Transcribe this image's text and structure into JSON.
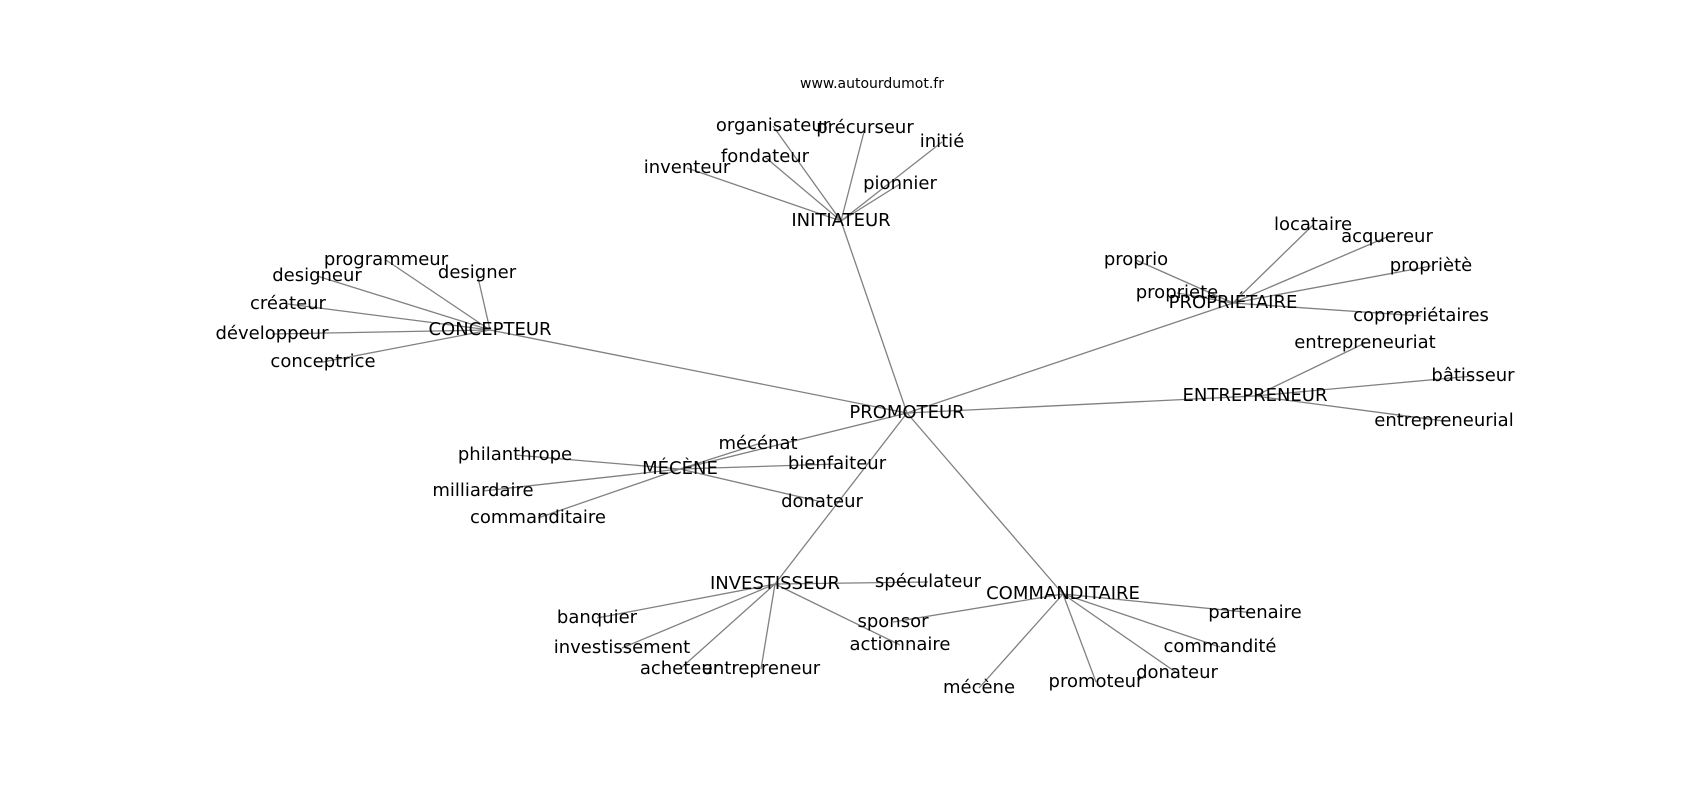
{
  "source": "www.autourdumot.fr",
  "center": "PROMOTEUR",
  "clusters": [
    {
      "hub": "INITIATEUR",
      "leaves": [
        "organisateur",
        "précurseur",
        "initié",
        "fondateur",
        "inventeur",
        "pionnier"
      ]
    },
    {
      "hub": "CONCEPTEUR",
      "leaves": [
        "programmeur",
        "designeur",
        "designer",
        "créateur",
        "développeur",
        "conceptrice"
      ]
    },
    {
      "hub": "PROPRIÉTAIRE",
      "leaves": [
        "locataire",
        "acquereur",
        "proprio",
        "propriètè",
        "propriete",
        "copropriétaires"
      ]
    },
    {
      "hub": "ENTREPRENEUR",
      "leaves": [
        "entrepreneuriat",
        "bâtisseur",
        "entrepreneurial"
      ]
    },
    {
      "hub": "MÉCÈNE",
      "leaves": [
        "mécénat",
        "philanthrope",
        "bienfaiteur",
        "milliardaire",
        "donateur",
        "commanditaire"
      ]
    },
    {
      "hub": "INVESTISSEUR",
      "leaves": [
        "spéculateur",
        "banquier",
        "investissement",
        "acheteur",
        "entrepreneur",
        "actionnaire"
      ]
    },
    {
      "hub": "COMMANDITAIRE",
      "leaves": [
        "sponsor",
        "partenaire",
        "commandité",
        "mécène",
        "promoteur",
        "donateur"
      ]
    }
  ]
}
